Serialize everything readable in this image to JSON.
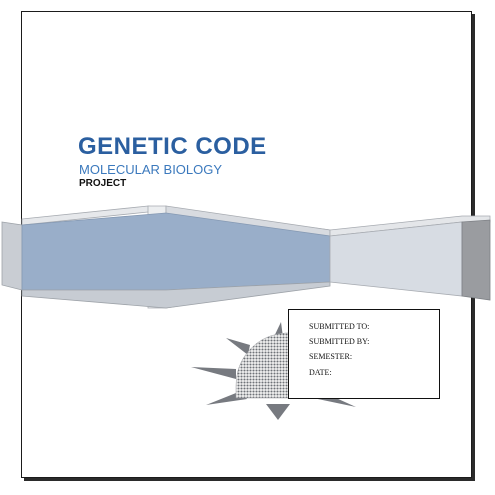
{
  "cover": {
    "title": "GENETIC CODE",
    "subtitle": "MOLECULAR BIOLOGY",
    "tag": "PROJECT"
  },
  "info_box": {
    "submitted_to": "SUBMITTED TO:",
    "submitted_by": "SUBMITTED BY:",
    "semester": "SEMESTER:",
    "date": "DATE:"
  },
  "colors": {
    "title": "#2b5fa0",
    "subtitle": "#3b79bd",
    "band_front": "#99aec9",
    "band_side": "#dadde2",
    "band_dark": "#9a9ca0",
    "sun": "#777a80"
  },
  "icons": {
    "banner": "geometric-band-graphic",
    "sun": "sun-graphic"
  }
}
